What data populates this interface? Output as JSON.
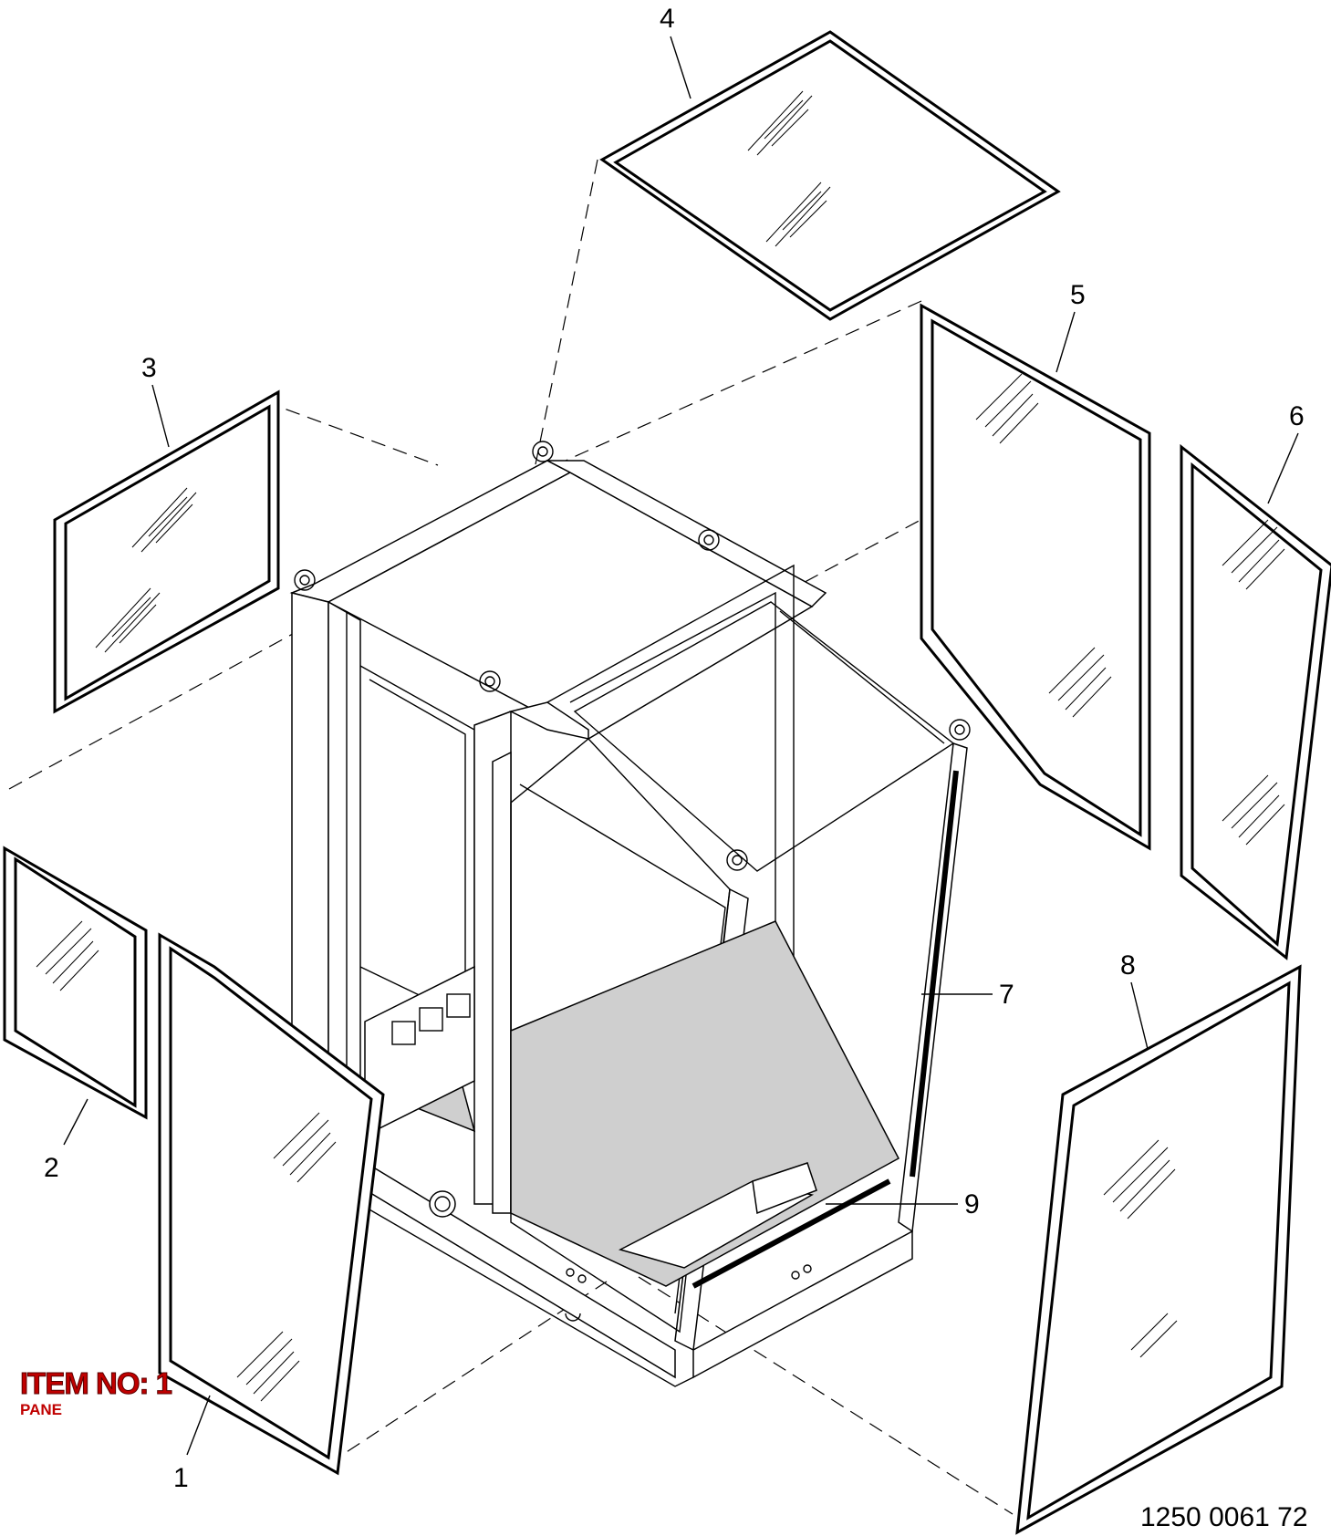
{
  "callouts": {
    "c1": "1",
    "c2": "2",
    "c3": "3",
    "c4": "4",
    "c5": "5",
    "c6": "6",
    "c7": "7",
    "c8": "8",
    "c9": "9"
  },
  "item": {
    "title": "ITEM NO: 1",
    "subtitle": "PANE"
  },
  "drawing_number": "1250 0061 72",
  "colors": {
    "item_label": "#c00000",
    "floor": "#cfcfcf",
    "line": "#000000"
  }
}
